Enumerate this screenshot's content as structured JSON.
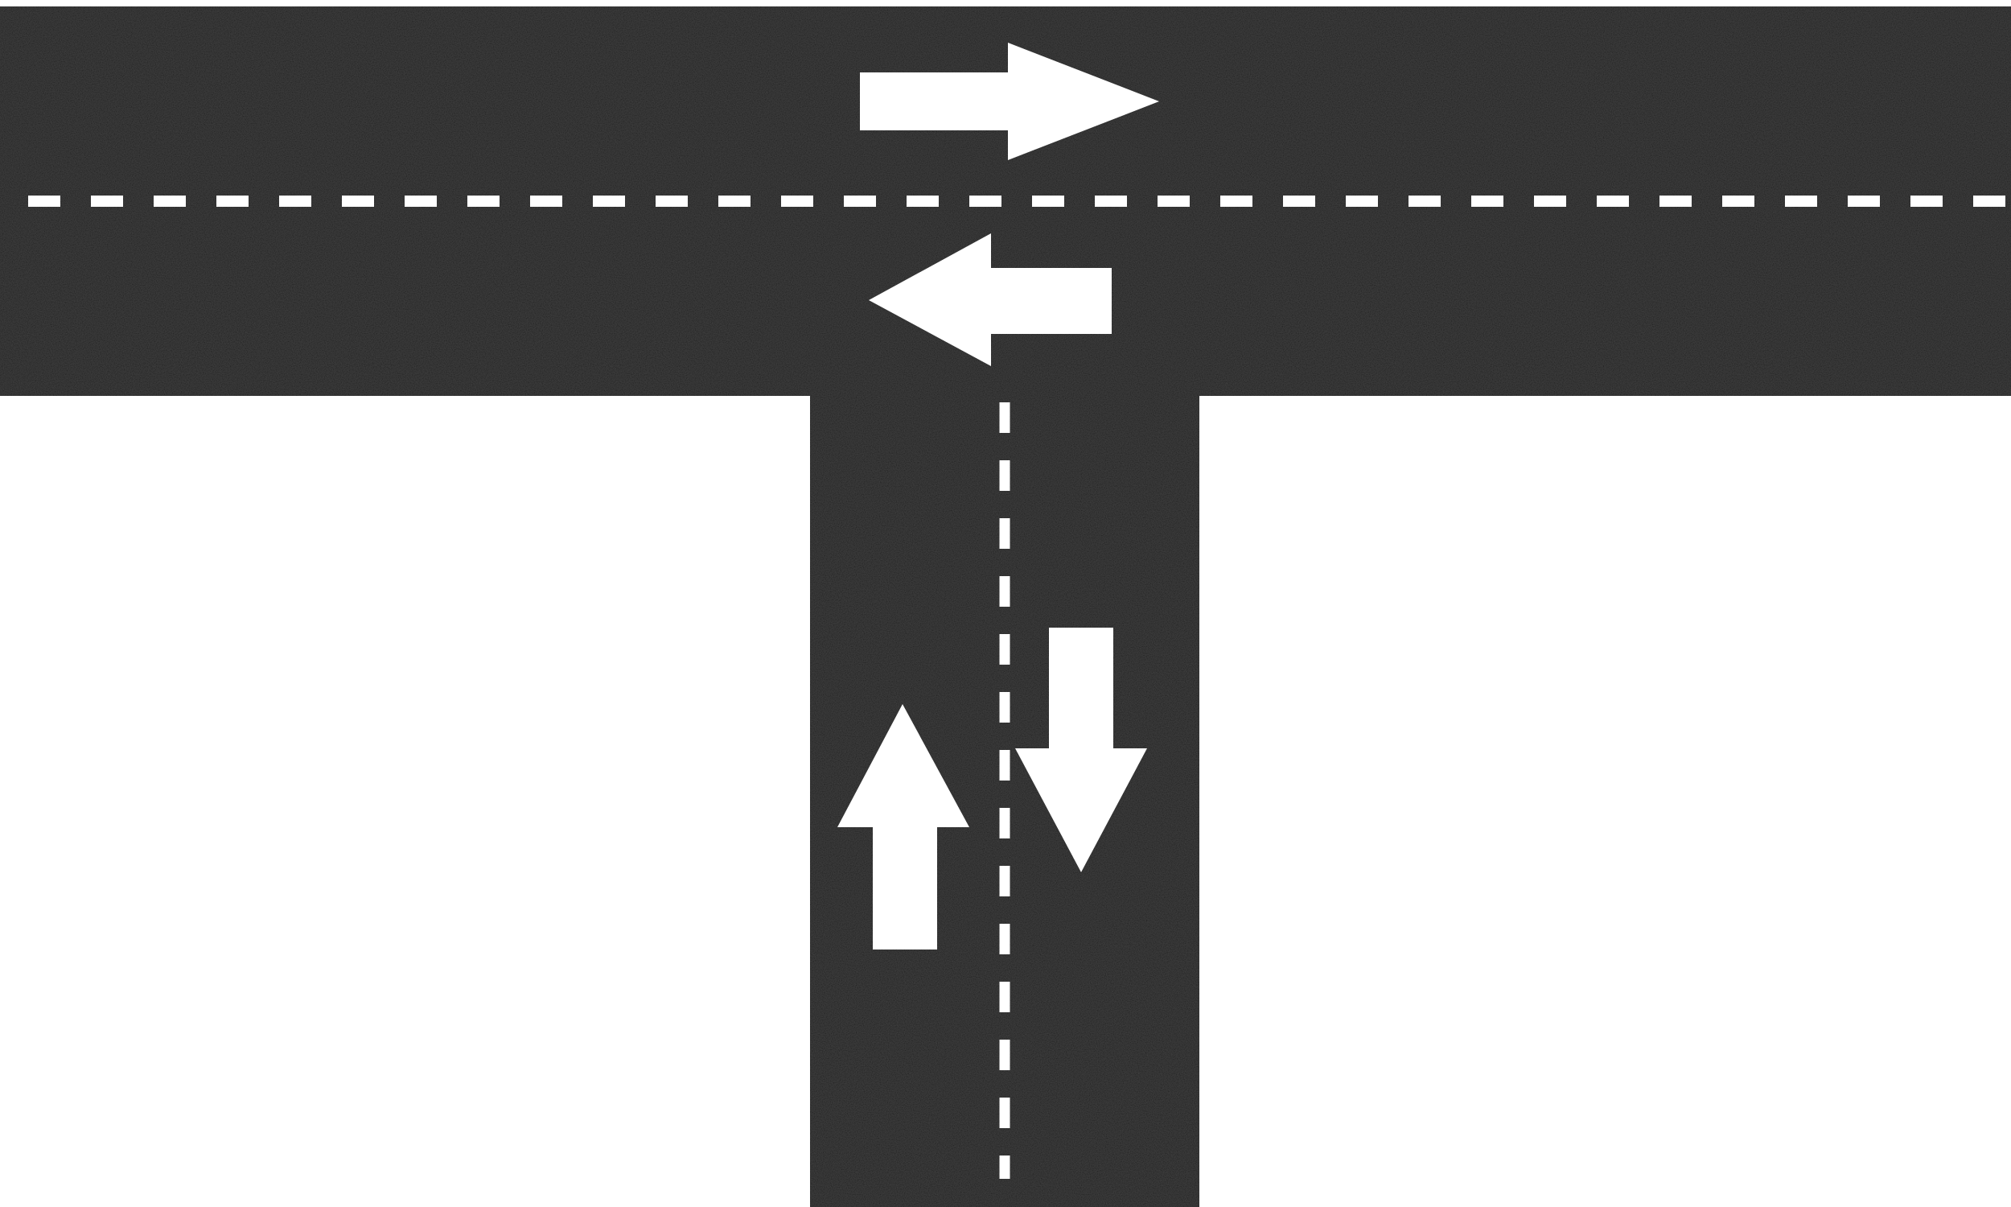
{
  "colors": {
    "background": "#ffffff",
    "asphalt": "#1e1e1e",
    "marking": "#ffffff"
  },
  "road_layout": "T-junction",
  "roads": [
    {
      "name": "main-road",
      "orientation": "horizontal",
      "lanes": 2,
      "center_line": "dashed"
    },
    {
      "name": "side-road",
      "orientation": "vertical",
      "lanes": 2,
      "center_line": "dashed"
    }
  ],
  "arrows": [
    {
      "name": "arrow-right-icon",
      "direction": "right",
      "road": "main-road",
      "lane": "upper"
    },
    {
      "name": "arrow-left-icon",
      "direction": "left",
      "road": "main-road",
      "lane": "lower"
    },
    {
      "name": "arrow-up-icon",
      "direction": "up",
      "road": "side-road",
      "lane": "left"
    },
    {
      "name": "arrow-down-icon",
      "direction": "down",
      "road": "side-road",
      "lane": "right"
    }
  ]
}
